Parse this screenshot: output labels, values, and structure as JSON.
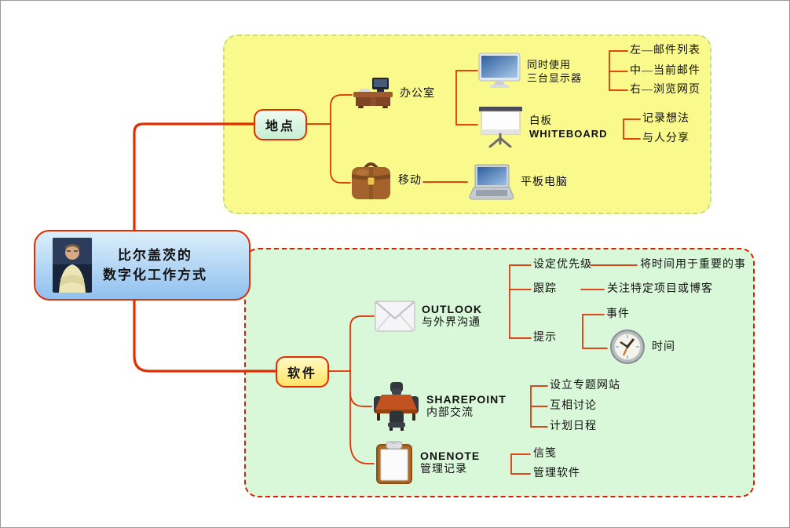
{
  "root": {
    "title_line1": "比尔盖茨的",
    "title_line2": "数字化工作方式",
    "photo": "bill-gates-portrait"
  },
  "location_branch": {
    "label": "地点",
    "office": {
      "label": "办公室"
    },
    "monitors": {
      "label_line1": "同时使用",
      "label_line2": "三台显示器",
      "children": [
        "左—邮件列表",
        "中—当前邮件",
        "右—浏览网页"
      ]
    },
    "whiteboard": {
      "label_line1": "白板",
      "label_line2": "WHITEBOARD",
      "children": [
        "记录想法",
        "与人分享"
      ]
    },
    "mobile": {
      "label": "移动",
      "tablet": {
        "label": "平板电脑"
      }
    }
  },
  "software_branch": {
    "label": "软件",
    "outlook": {
      "name": "OUTLOOK",
      "desc": "与外界沟通",
      "priority": {
        "label": "设定优先级",
        "note": "将时间用于重要的事"
      },
      "tracking": {
        "label": "跟踪",
        "note": "关注特定项目或博客"
      },
      "reminder": {
        "label": "提示",
        "event": "事件",
        "time": "时间"
      }
    },
    "sharepoint": {
      "name": "SHAREPOINT",
      "desc": "内部交流",
      "children": [
        "设立专题网站",
        "互相讨论",
        "计划日程"
      ]
    },
    "onenote": {
      "name": "ONENOTE",
      "desc": "管理记录",
      "children": [
        "信笺",
        "管理软件"
      ]
    }
  },
  "colors": {
    "branch_line": "#e12d00",
    "location_group_fill": "#f9f98c",
    "location_group_border": "#c3dc93",
    "software_group_fill": "#d9f8d9",
    "software_group_border": "#d81e05",
    "central_fill": "#a9cef2"
  }
}
